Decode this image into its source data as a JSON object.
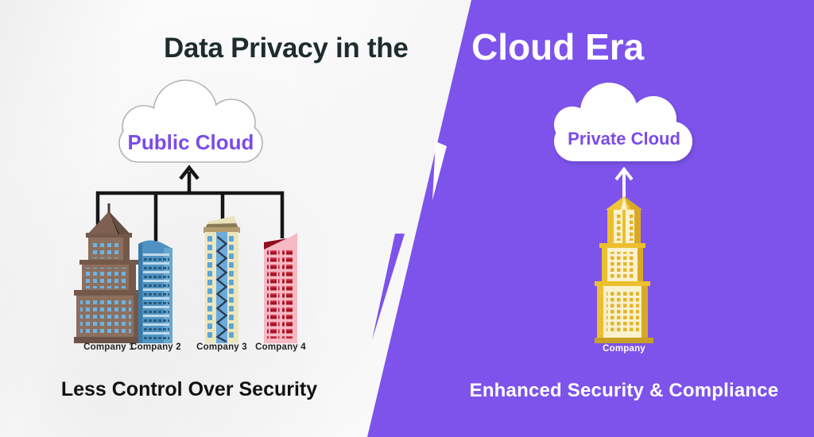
{
  "title": {
    "prefix": "Data Privacy in the",
    "highlight": "Cloud Era"
  },
  "left_panel": {
    "cloud_label": "Public Cloud",
    "companies": [
      "Company 1",
      "Company 2",
      "Company 3",
      "Company 4"
    ],
    "caption": "Less Control Over Security"
  },
  "right_panel": {
    "cloud_label": "Private Cloud",
    "company_label": "Company",
    "caption": "Enhanced Security & Compliance"
  },
  "icons": {
    "left_cloud": "cloud-icon",
    "right_cloud": "cloud-icon",
    "left_arrow": "arrow-up-icon",
    "right_arrow": "arrow-up-icon"
  },
  "colors": {
    "accent_purple": "#7D53EB",
    "cloud_text_purple": "#7C4BE8",
    "title_dark": "#1E2C2E",
    "caption_dark": "#111111",
    "caption_light": "#FFFFFF",
    "connector_black": "#161616",
    "building1_brown": "#8D6F5E",
    "building2_blue": "#4F92C1",
    "building3_cream": "#ECE6BD",
    "building4_pink": "#F6B9C4",
    "building_hq_gold": "#ECBF2F"
  }
}
